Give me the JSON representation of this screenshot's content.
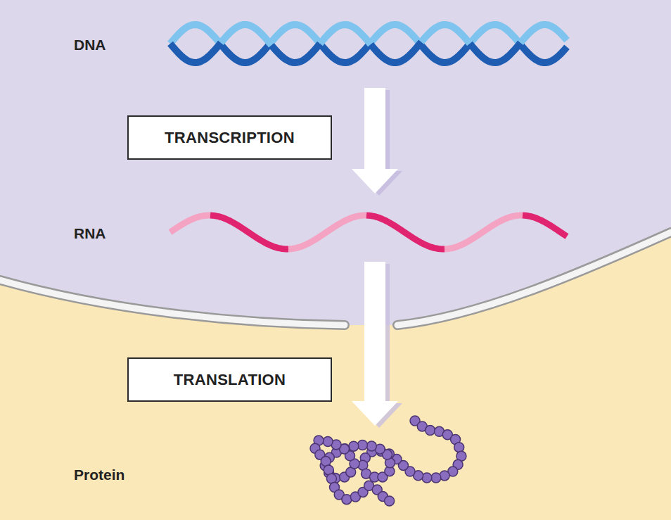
{
  "diagram": {
    "nodes": [
      {
        "text": [
          "TRANSCRIPTION"
        ]
      },
      {
        "text": [
          "TRANSLATION"
        ]
      }
    ],
    "labels": [
      "DNA",
      "RNA",
      "Protein"
    ]
  }
}
